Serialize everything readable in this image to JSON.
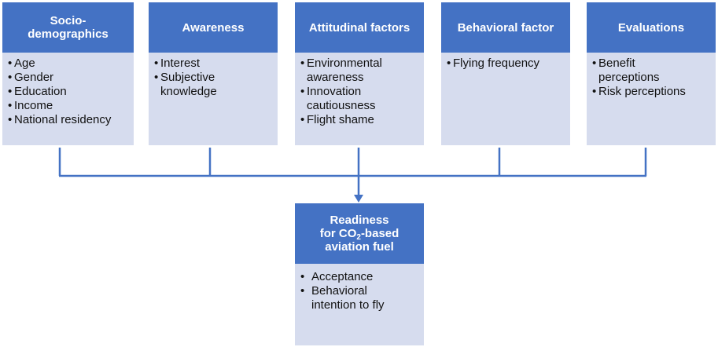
{
  "colors": {
    "header": "#4472c4",
    "body": "#d6dcee",
    "connector": "#4472c4"
  },
  "boxes": [
    {
      "title_lines": [
        "Socio-",
        "demographics"
      ],
      "items": [
        [
          "Age"
        ],
        [
          "Gender"
        ],
        [
          "Education"
        ],
        [
          "Income"
        ],
        [
          "National residency"
        ]
      ]
    },
    {
      "title_lines": [
        "Awareness"
      ],
      "items": [
        [
          "Interest"
        ],
        [
          "Subjective",
          "knowledge"
        ]
      ]
    },
    {
      "title_lines": [
        "Attitudinal factors"
      ],
      "items": [
        [
          "Environmental",
          "awareness"
        ],
        [
          "Innovation",
          "cautiousness"
        ],
        [
          "Flight shame"
        ]
      ]
    },
    {
      "title_lines": [
        "Behavioral factor"
      ],
      "items": [
        [
          "Flying frequency"
        ]
      ]
    },
    {
      "title_lines": [
        "Evaluations"
      ],
      "items": [
        [
          "Benefit",
          "perceptions"
        ],
        [
          "Risk perceptions"
        ]
      ]
    }
  ],
  "outcome": {
    "title_line1": "Readiness",
    "title_line2_pre": "for CO",
    "title_line2_sub": "2",
    "title_line2_post": "-based",
    "title_line3": "aviation fuel",
    "items": [
      [
        "Acceptance"
      ],
      [
        "Behavioral",
        "intention to fly"
      ]
    ]
  },
  "bullet_symbol": "•"
}
